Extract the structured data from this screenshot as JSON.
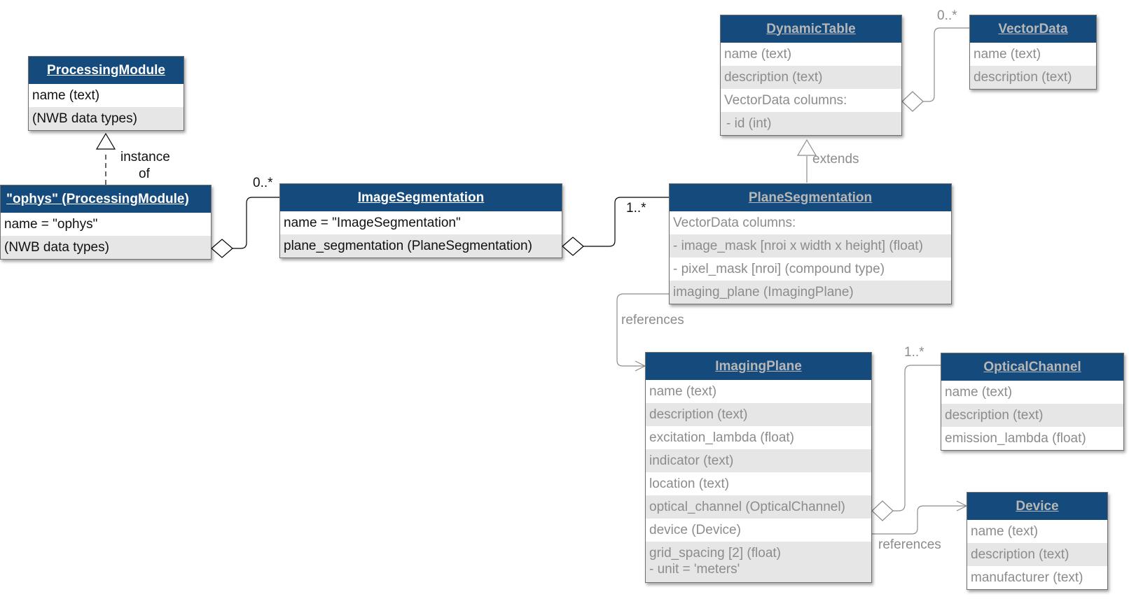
{
  "classes": {
    "processing_module": {
      "title": "ProcessingModule",
      "rows": [
        "name (text)",
        "(NWB data types)"
      ]
    },
    "ophys": {
      "title": "\"ophys\" (ProcessingModule)",
      "rows": [
        "name = \"ophys\"",
        "(NWB data types)"
      ]
    },
    "image_segmentation": {
      "title": "ImageSegmentation",
      "rows": [
        "name = \"ImageSegmentation\"",
        "plane_segmentation (PlaneSegmentation)"
      ]
    },
    "dynamic_table": {
      "title": "DynamicTable",
      "rows": [
        "name (text)",
        "description (text)",
        "VectorData columns:",
        " - id (int)"
      ]
    },
    "vector_data": {
      "title": "VectorData",
      "rows": [
        "name (text)",
        "description (text)"
      ]
    },
    "plane_segmentation": {
      "title": "PlaneSegmentation",
      "rows": [
        "VectorData columns:",
        "- image_mask [nroi x width x height] (float)",
        "- pixel_mask [nroi] (compound type)",
        "imaging_plane (ImagingPlane)"
      ]
    },
    "imaging_plane": {
      "title": "ImagingPlane",
      "rows": [
        "name (text)",
        "description (text)",
        "excitation_lambda (float)",
        "indicator (text)",
        "location (text)",
        "optical_channel (OpticalChannel)",
        "device (Device)"
      ],
      "last_row": [
        "grid_spacing [2] (float)",
        "- unit = 'meters'"
      ]
    },
    "optical_channel": {
      "title": "OpticalChannel",
      "rows": [
        "name (text)",
        "description (text)",
        "emission_lambda (float)"
      ]
    },
    "device": {
      "title": "Device",
      "rows": [
        "name (text)",
        "description (text)",
        "manufacturer (text)"
      ]
    }
  },
  "labels": {
    "instance": "instance",
    "of": "of",
    "mult_ophys_imgseg": "0..*",
    "mult_imgseg_planeseg": "1..*",
    "mult_dyn_vector": "0..*",
    "extends": "extends",
    "references_plane": "references",
    "mult_optical_channel": "1..*",
    "references_device": "references"
  },
  "colors": {
    "header": "#154a7c",
    "alt_row": "#e6e6e6",
    "grey_text": "#8c8c8c",
    "dark_text": "#111111"
  }
}
